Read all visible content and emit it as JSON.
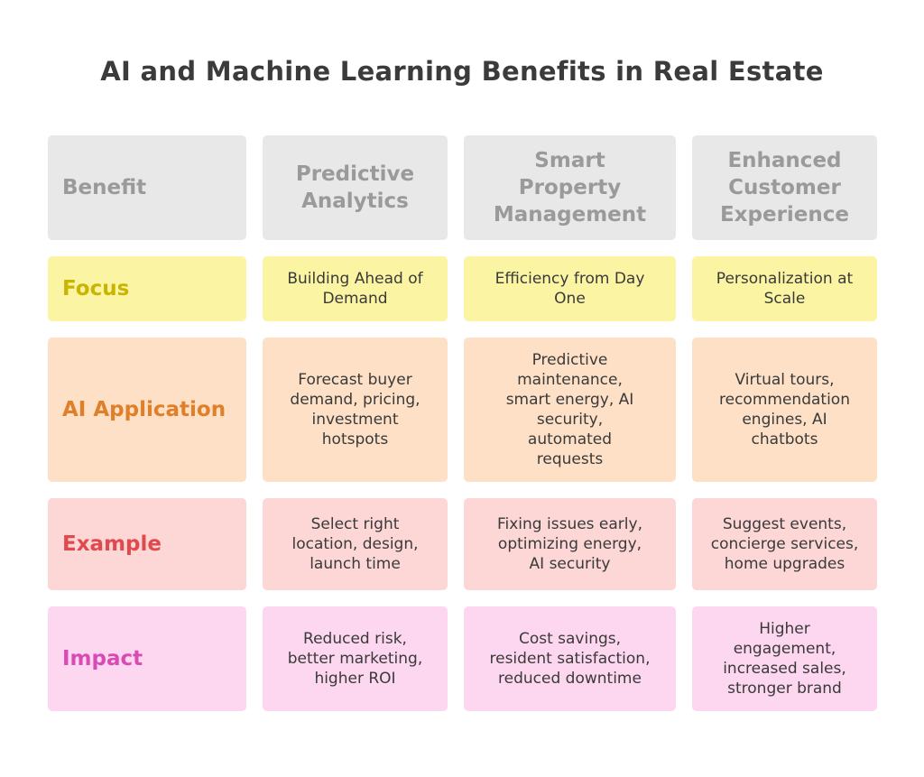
{
  "title": "AI and Machine Learning Benefits in Real Estate",
  "header": {
    "benefit": "Benefit",
    "col1": "Predictive\nAnalytics",
    "col2": "Smart\nProperty\nManagement",
    "col3": "Enhanced\nCustomer\nExperience"
  },
  "rows": [
    {
      "label": "Focus",
      "color": "#c9b400",
      "background": "#fbf5a3",
      "cells": [
        "Building Ahead of\nDemand",
        "Efficiency from Day\nOne",
        "Personalization at\nScale"
      ]
    },
    {
      "label": "AI Application",
      "color": "#e07f2a",
      "background": "#fde0c6",
      "cells": [
        "Forecast buyer\ndemand, pricing,\ninvestment\nhotspots",
        "Predictive\nmaintenance,\nsmart energy, AI\nsecurity,\nautomated\nrequests",
        "Virtual tours,\nrecommendation\nengines, AI\nchatbots"
      ]
    },
    {
      "label": "Example",
      "color": "#e0494d",
      "background": "#fdd6d6",
      "cells": [
        "Select right\nlocation, design,\nlaunch time",
        "Fixing issues early,\noptimizing energy,\nAI security",
        "Suggest events,\nconcierge services,\nhome upgrades"
      ]
    },
    {
      "label": "Impact",
      "color": "#d94ab4",
      "background": "#fdd7ef",
      "cells": [
        "Reduced risk,\nbetter marketing,\nhigher ROI",
        "Cost savings,\nresident satisfaction,\nreduced downtime",
        "Higher\nengagement,\nincreased sales,\nstronger brand"
      ]
    }
  ]
}
